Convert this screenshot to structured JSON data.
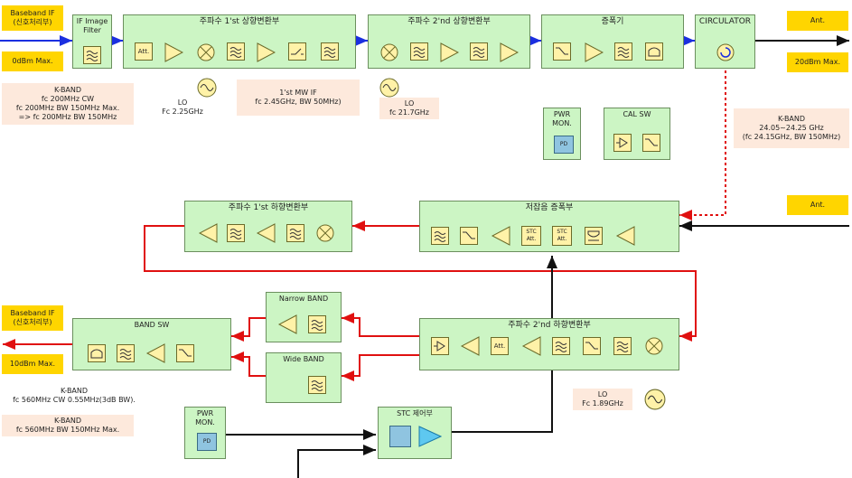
{
  "left_top": {
    "baseband_line1": "Baseband IF",
    "baseband_line2": "(신호처리부)",
    "input_level": "0dBm Max.",
    "spec": [
      "K-BAND",
      "fc 200MHz CW",
      "fc 200MHz BW 150MHz Max.",
      "=> fc 200MHz BW 150MHz"
    ]
  },
  "tx_chain": {
    "if_filter_line1": "IF Image",
    "if_filter_line2": "Filter",
    "upconv1_title": "주파수 1'st 상향변환부",
    "upconv2_title": "주파수 2'nd 상향변환부",
    "amp_title": "증폭기",
    "circulator_title": "CIRCULATOR",
    "att_label": "Att."
  },
  "lo_notes": {
    "lo1": [
      "LO",
      "Fc 2.25GHz"
    ],
    "mw_if": [
      "1'st MW IF",
      "fc 2.45GHz, BW 50MHz)"
    ],
    "lo2": [
      "LO",
      "fc 21.7GHz"
    ],
    "lo3": [
      "LO",
      "Fc 1.89GHz"
    ]
  },
  "right_top": {
    "ant_label": "Ant.",
    "output_level": "20dBm Max.",
    "kband_spec": [
      "K-BAND",
      "24.05~24.25 GHz",
      "(fc 24.15GHz, BW 150MHz)"
    ],
    "ant2_label": "Ant."
  },
  "monitors": {
    "pwr_mon_top": [
      "PWR",
      "MON."
    ],
    "pd_label": "PD",
    "cal_sw_title": "CAL SW",
    "pwr_mon_bottom": [
      "PWR",
      "MON."
    ]
  },
  "rx_chain": {
    "downconv1_title": "주파수 1'st 하향변환부",
    "lna_title": "저잡음 증폭부",
    "stc_att_line1": "STC",
    "stc_att_line2": "Att.",
    "downconv2_title": "주파수 2'nd 하향변환부",
    "narrow_band_title": "Narrow BAND",
    "wide_band_title": "Wide BAND",
    "band_sw_title": "BAND SW",
    "stc_ctrl_title": "STC 제어부"
  },
  "left_bottom": {
    "baseband_line1": "Baseband IF",
    "baseband_line2": "(신호처리부)",
    "output_level": "10dBm Max.",
    "spec1": [
      "K-BAND",
      "fc 560MHz CW 0.55MHz(3dB BW)."
    ],
    "spec2": [
      "K-BAND",
      "fc 560MHz BW 150MHz Max."
    ]
  },
  "colors": {
    "block_fill": "#ccf5c4",
    "label_yellow": "#ffd500",
    "note_peach": "#fde9dc",
    "tx_line": "#1b2fe0",
    "rx_line": "#e01010"
  }
}
